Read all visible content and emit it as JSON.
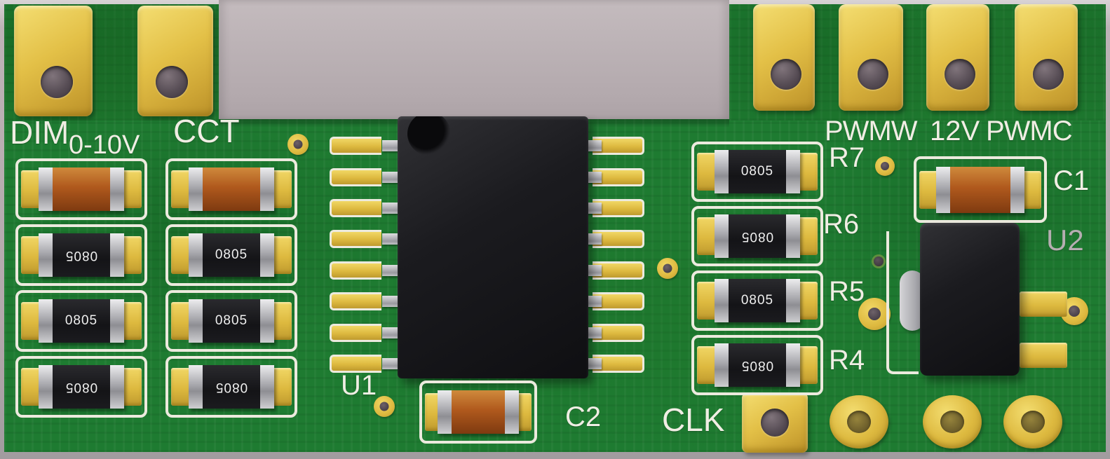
{
  "labels": {
    "dim": "DIM",
    "dim_range": "0-10V",
    "cct": "CCT",
    "pwmw": "PWMW",
    "v12": "12V",
    "pwmc": "PWMC",
    "c1": "C1",
    "c2": "C2",
    "u1": "U1",
    "u2": "U2",
    "clk": "CLK"
  },
  "dim_group": {
    "resistors": [
      {
        "marking": "0805"
      },
      {
        "marking": "0805"
      },
      {
        "marking": "0805"
      }
    ]
  },
  "cct_group": {
    "resistors": [
      {
        "marking": "0805"
      },
      {
        "marking": "0805"
      },
      {
        "marking": "0805"
      }
    ]
  },
  "resistor_bank": {
    "items": [
      {
        "ref": "R7",
        "marking": "0805"
      },
      {
        "ref": "R6",
        "marking": "0805"
      },
      {
        "ref": "R5",
        "marking": "0805"
      },
      {
        "ref": "R4",
        "marking": "0805"
      }
    ]
  },
  "colors": {
    "board_green": "#1e7b31",
    "pad_gold": "#ddb93f",
    "silkscreen_white": "#eceade",
    "ic_black": "#1a1a1e",
    "capacitor_orange": "#b0591d",
    "terminal_silver": "#b9b9bd",
    "background_gray": "#b2a9ac"
  }
}
